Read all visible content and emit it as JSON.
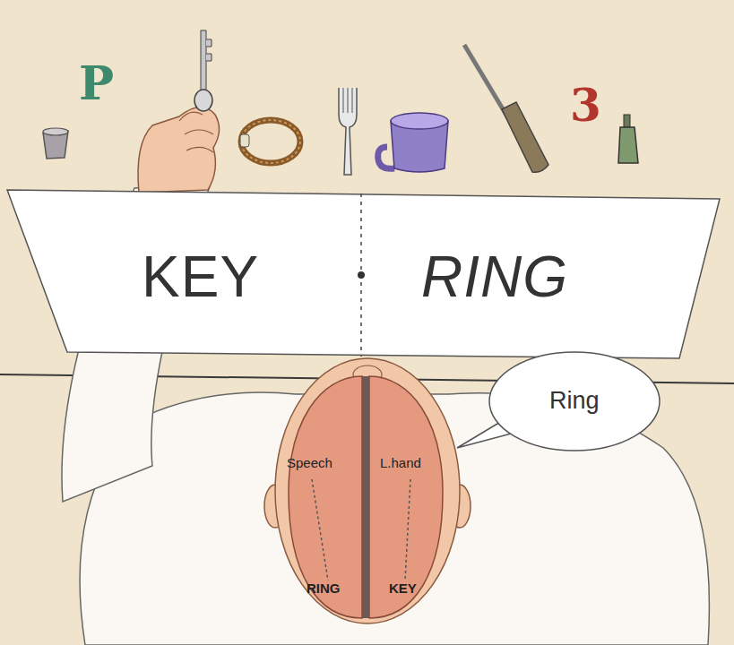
{
  "diagram": {
    "nodes": [
      {
        "text": [
          "KEY",
          "RING"
        ]
      },
      {
        "text": [
          "Ring"
        ]
      },
      {
        "text": [
          "Speech",
          "RING"
        ]
      },
      {
        "text": [
          "L.hand",
          "KEY"
        ]
      }
    ],
    "labels": [
      "P",
      "3"
    ]
  }
}
